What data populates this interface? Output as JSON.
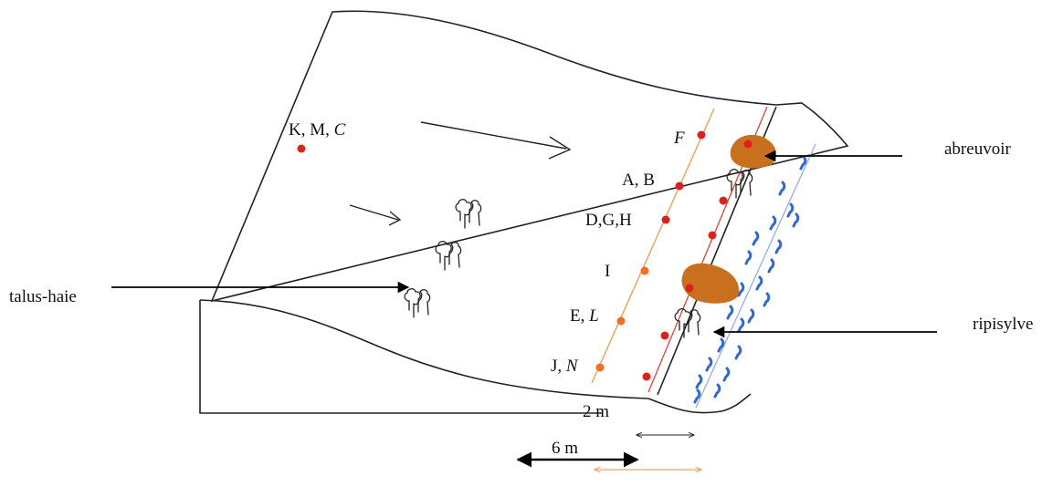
{
  "labels": {
    "kmc_plain": "K, M, ",
    "kmc_italic": "C",
    "f": "F",
    "ab": "A, B",
    "dgh": "D,G,H",
    "i": "I",
    "el_plain": "E, ",
    "el_italic": "L",
    "jn_plain": "J, ",
    "jn_italic": "N",
    "abreuvoir": "abreuvoir",
    "talus_haie": "talus-haie",
    "ripisylve": "ripisylve",
    "dist_2m": "2 m",
    "dist_6m": "6 m"
  },
  "colors": {
    "sample_point": "#e0201c",
    "sample_point_orange": "#f07020",
    "line_orange": "#f2a45a",
    "line_red": "#e84030",
    "watering_place": "#c8701e",
    "water": "#2f67d8",
    "riverbank_line": "#8aa8ee"
  },
  "icons": {
    "tree": "tree-cluster-icon",
    "water": "water-ripple-icon",
    "flow_arrow": "flow-arrow-icon"
  }
}
